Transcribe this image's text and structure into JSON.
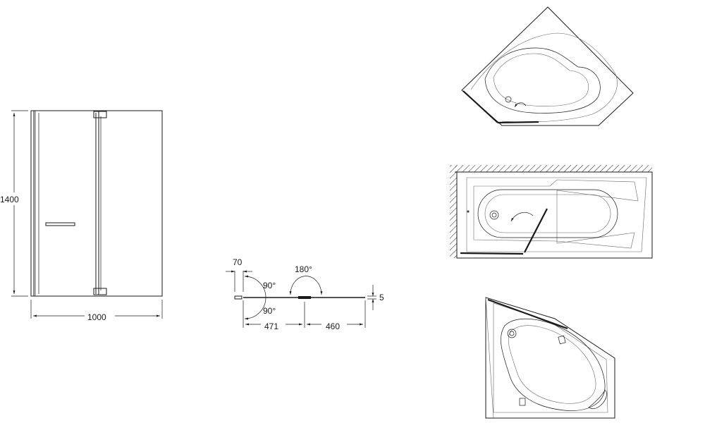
{
  "dimensions": {
    "panel_height": "1400",
    "panel_width": "1000",
    "wall_offset": "70",
    "angle_left_top": "90°",
    "angle_left_bottom": "90°",
    "angle_center": "180°",
    "thickness": "5",
    "segment_left": "471",
    "segment_right": "460"
  },
  "colors": {
    "line": "#1a1a1a",
    "background": "#ffffff"
  }
}
